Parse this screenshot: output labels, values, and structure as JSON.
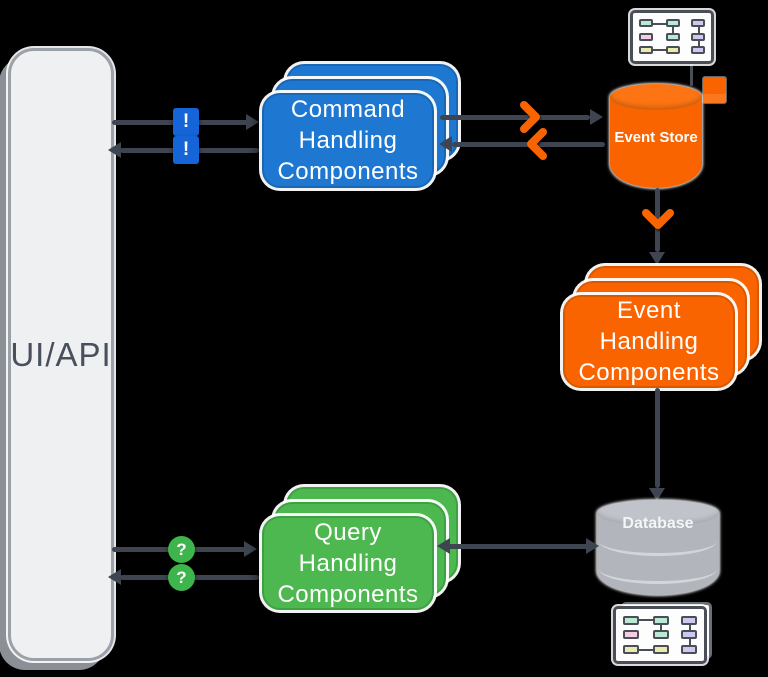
{
  "nodes": {
    "ui_api": {
      "label": "UI/API"
    },
    "command_handling": {
      "label": "Command\nHandling\nComponents",
      "color": "#1e78d2"
    },
    "event_store": {
      "label": "Event Store",
      "color": "#fa6400"
    },
    "event_handling": {
      "label": "Event\nHandling\nComponents",
      "color": "#fa6400"
    },
    "database": {
      "label": "Database",
      "color": "#b2b6bc"
    },
    "query_handling": {
      "label": "Query\nHandling\nComponents",
      "color": "#4cb84f"
    }
  },
  "badges": {
    "command_out": {
      "glyph": "!",
      "shape": "square",
      "color": "#1565d8"
    },
    "command_in": {
      "glyph": "!",
      "shape": "square",
      "color": "#1565d8"
    },
    "query_out": {
      "glyph": "?",
      "shape": "circle",
      "color": "#3eb54c"
    },
    "query_in": {
      "glyph": "?",
      "shape": "circle",
      "color": "#3eb54c"
    }
  },
  "icons": {
    "schema_top": "flowchart-icon",
    "schema_bottom": "flowchart-icon-stacked",
    "event_note": "event-note-icon",
    "chevron_to_store": "chevron-right-icon",
    "chevron_from_store": "chevron-left-icon",
    "chevron_down": "chevron-down-icon"
  },
  "edges": [
    {
      "from": "ui_api",
      "to": "command_handling",
      "marker": "!"
    },
    {
      "from": "command_handling",
      "to": "ui_api",
      "marker": "!"
    },
    {
      "from": "command_handling",
      "to": "event_store",
      "marker": "chevron-right"
    },
    {
      "from": "event_store",
      "to": "command_handling",
      "marker": "chevron-left"
    },
    {
      "from": "event_store",
      "to": "event_handling",
      "marker": "chevron-down"
    },
    {
      "from": "event_handling",
      "to": "database",
      "marker": "none"
    },
    {
      "from": "ui_api",
      "to": "query_handling",
      "marker": "?"
    },
    {
      "from": "query_handling",
      "to": "ui_api",
      "marker": "?"
    },
    {
      "from": "query_handling",
      "to": "database",
      "marker": "double-arrow"
    }
  ],
  "colors": {
    "arrow": "#3e4550",
    "background": "#000000",
    "ui_box_fill": "#eef0f2",
    "ui_box_border": "#9ba1a8"
  }
}
